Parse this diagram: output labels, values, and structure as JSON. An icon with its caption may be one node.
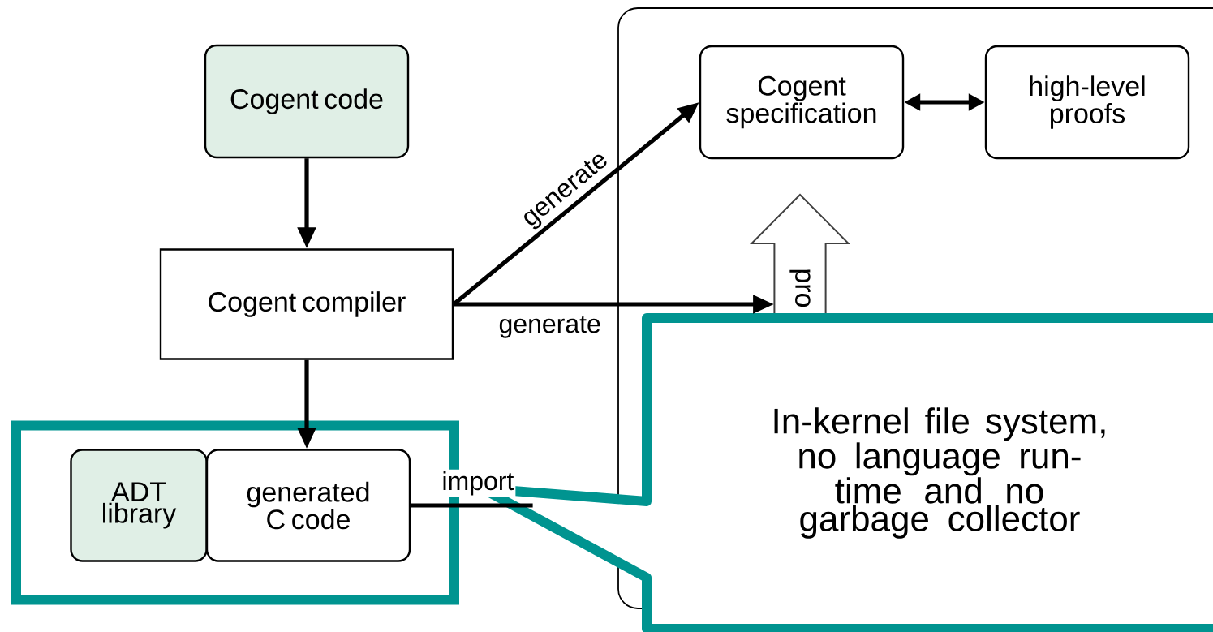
{
  "diagram": {
    "nodes": [
      {
        "text": [
          "Cogent code"
        ]
      },
      {
        "text": [
          "Cogent compiler"
        ]
      },
      {
        "text": [],
        "shape": "box"
      },
      {
        "text": [
          "ADT library"
        ],
        "in": 2
      },
      {
        "text": [
          "generated C code"
        ],
        "in": 2
      },
      {
        "text": [],
        "shape": "box"
      },
      {
        "text": [
          "Cogent specification"
        ],
        "in": 5
      },
      {
        "text": [
          "high-level proofs"
        ],
        "in": 5
      },
      {
        "text": [
          "pro"
        ],
        "in": 5
      },
      {
        "text": [
          "In-kernel file system, no language run-time and no garbage collector"
        ]
      }
    ],
    "edges": [
      {
        "from": 0,
        "to": 1,
        "arrow": "to"
      },
      {
        "from": 1,
        "to": 4,
        "arrow": "to"
      },
      {
        "from": 1,
        "to": 6,
        "arrow": "to",
        "label": "generate"
      },
      {
        "from": 1,
        "to": 8,
        "arrow": "to",
        "label": "generate"
      },
      {
        "from": 4,
        "to": 9,
        "arrow": "none",
        "label": "import"
      },
      {
        "from": 6,
        "to": 7,
        "arrow": "both"
      }
    ]
  }
}
